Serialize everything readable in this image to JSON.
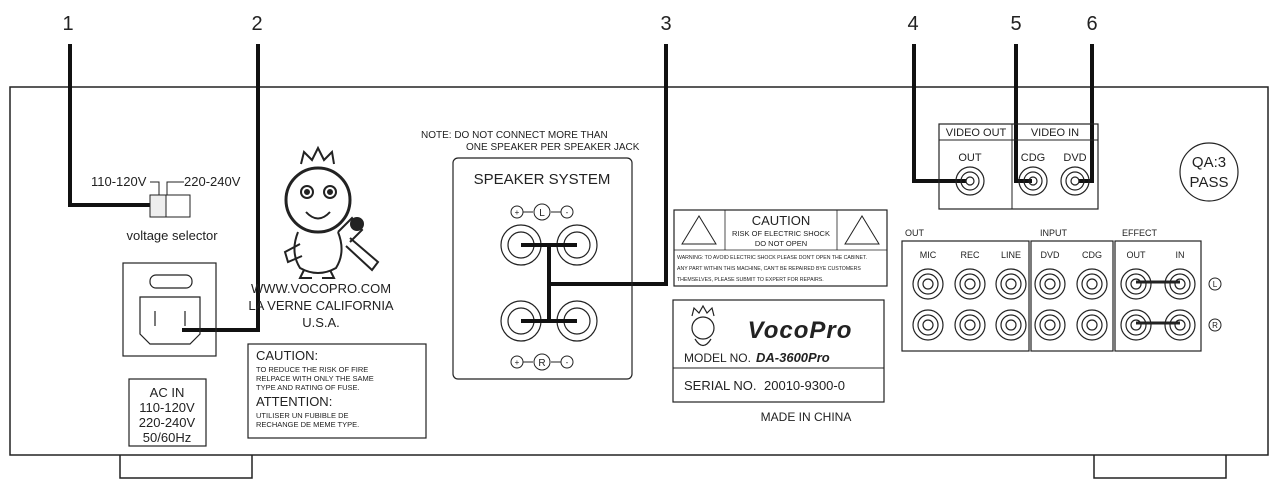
{
  "callouts": [
    "1",
    "2",
    "3",
    "4",
    "5",
    "6"
  ],
  "voltage": {
    "left_label": "110-120V",
    "right_label": "220-240V",
    "selector_label": "voltage selector"
  },
  "address": {
    "line1": "WWW.VOCOPRO.COM",
    "line2": "LA VERNE CALIFORNIA",
    "line3": "U.S.A."
  },
  "note": {
    "line1": "NOTE: DO NOT CONNECT MORE THAN",
    "line2": "ONE SPEAKER PER SPEAKER JACK"
  },
  "speaker": {
    "title": "SPEAKER SYSTEM",
    "plus": "+",
    "minus": "-",
    "left": "L",
    "right": "R"
  },
  "caution_box": {
    "title": "CAUTION:",
    "line1": "TO REDUCE THE RISK OF FIRE",
    "line2": "RELPACE WITH ONLY THE SAME",
    "line3": "TYPE AND RATING OF FUSE.",
    "title2": "ATTENTION:",
    "line4": "UTILISER UN FUBIBLE DE",
    "line5": "RECHANGE DE MEME TYPE."
  },
  "ac_in": {
    "line1": "AC IN",
    "line2": "110-120V",
    "line3": "220-240V",
    "line4": "50/60Hz"
  },
  "warning": {
    "title": "CAUTION",
    "sub1": "RISK OF ELECTRIC SHOCK",
    "sub2": "DO NOT OPEN",
    "line1": "WARNING: TO AVOID ELECTRIC SHOCK PLEASE DON'T OPEN THE CABINET.",
    "line2": "ANY PART WITHIN THIS MACHINE, CAN'T BE REPAIRED BYE CUSTOMERS",
    "line3": "THEMSELVES, PLEASE SUBMIT TO EXPERT FOR REPAIRS."
  },
  "label_plate": {
    "brand": "VocoPro",
    "model_prefix": "MODEL NO.",
    "model": "DA-3600Pro",
    "serial_prefix": "SERIAL NO.",
    "serial": "20010-9300-0",
    "made_in": "MADE IN CHINA"
  },
  "video": {
    "out_header": "VIDEO OUT",
    "in_header": "VIDEO IN",
    "out": "OUT",
    "cdg": "CDG",
    "dvd": "DVD"
  },
  "qa": {
    "line1": "QA:3",
    "line2": "PASS"
  },
  "audio": {
    "out_header": "OUT",
    "input_header": "INPUT",
    "effect_header": "EFFECT",
    "cols": [
      "MIC",
      "REC",
      "LINE",
      "DVD",
      "CDG",
      "OUT",
      "IN"
    ],
    "l_mark": "L",
    "r_mark": "R"
  }
}
